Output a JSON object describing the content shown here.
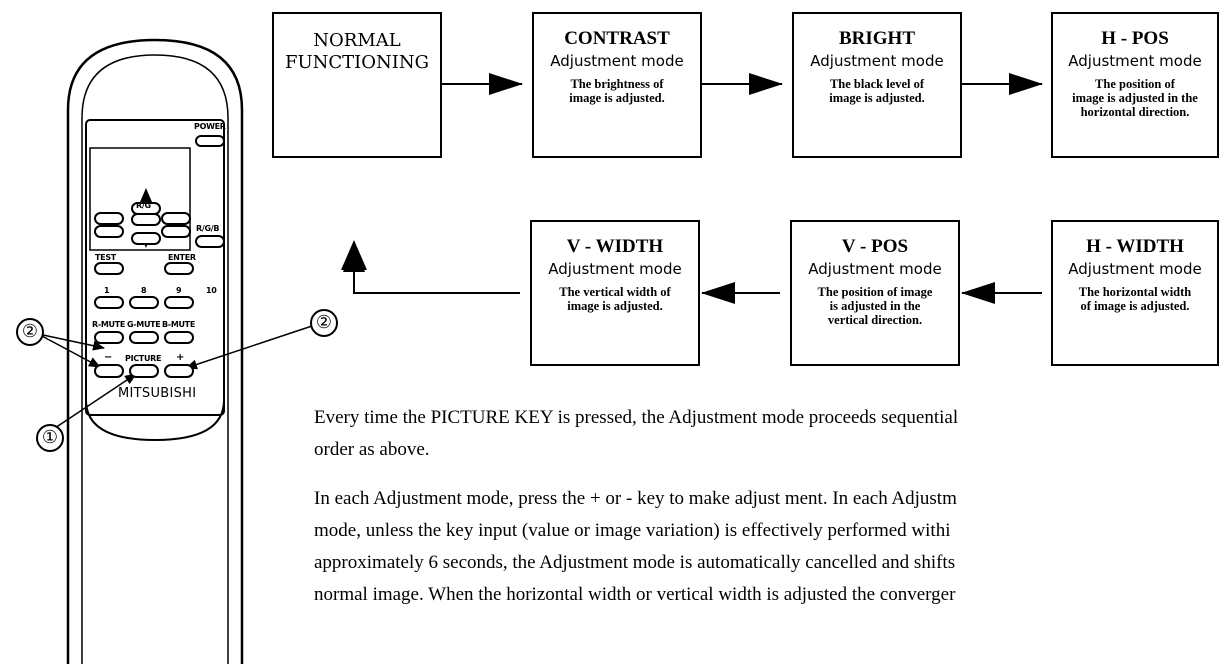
{
  "remote": {
    "buttons": {
      "power": "POWER",
      "rgb_select": "R/G/B",
      "rgb_center": "R/G",
      "test": "TEST",
      "enter": "ENTER",
      "num1": "1",
      "num8": "8",
      "num9": "9",
      "num10": "10",
      "rmute": "R-MUTE",
      "gmute": "G-MUTE",
      "bmute": "B-MUTE",
      "minus": "−",
      "picture": "PICTURE",
      "plus": "+"
    },
    "brand": "MITSUBISHI",
    "callouts": {
      "one": "①",
      "two_left": "②",
      "two_right": "②"
    }
  },
  "flow": {
    "normal": {
      "line1": "NORMAL",
      "line2": "FUNCTIONING"
    },
    "contrast": {
      "title": "CONTRAST",
      "mode": "Adjustment mode",
      "desc1": "The brightness of",
      "desc2": "image is adjusted."
    },
    "bright": {
      "title": "BRIGHT",
      "mode": "Adjustment mode",
      "desc1": "The black level of",
      "desc2": "image is adjusted."
    },
    "hpos": {
      "title": "H - POS",
      "mode": "Adjustment mode",
      "desc1": "The position of",
      "desc2": "image is adjusted in the",
      "desc3": "horizontal direction."
    },
    "hwidth": {
      "title": "H - WIDTH",
      "mode": "Adjustment mode",
      "desc1": "The horizontal width",
      "desc2": "of image is adjusted."
    },
    "vpos": {
      "title": "V - POS",
      "mode": "Adjustment mode",
      "desc1": "The position of image",
      "desc2": "is adjusted in the",
      "desc3": "vertical direction."
    },
    "vwidth": {
      "title": "V - WIDTH",
      "mode": "Adjustment mode",
      "desc1": "The vertical width of",
      "desc2": "image is adjusted."
    }
  },
  "text": {
    "line1": "Every time the PICTURE KEY is pressed, the Adjustment mode proceeds sequential",
    "line2": "order as above.",
    "line3": "In each Adjustment mode, press the + or - key to make adjust ment. In each Adjustm",
    "line4": "mode, unless the key input (value or image variation) is effectively performed withi",
    "line5": "approximately 6 seconds, the Adjustment mode is automatically cancelled and shifts",
    "line6": "normal image. When the horizontal width or vertical width is adjusted the converger"
  }
}
